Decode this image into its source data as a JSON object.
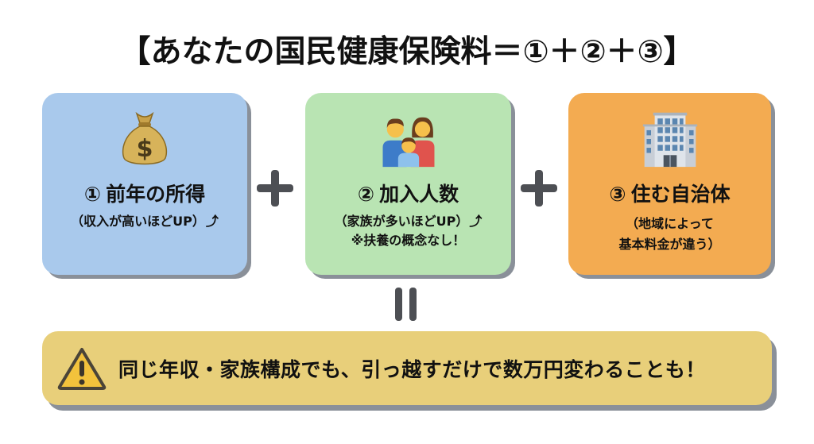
{
  "title": "【あなたの国民健康保険料＝①＋②＋③】",
  "colors": {
    "card_1_bg": "#a9c9ec",
    "card_2_bg": "#b9e4b3",
    "card_3_bg": "#f3ab51",
    "banner_bg": "#e8cf7a",
    "shadow": "#8a9099",
    "operator": "#4d4f54"
  },
  "cards": [
    {
      "number": "①",
      "icon": "money-bag-icon",
      "heading": "前年の所得",
      "sub_lines": [
        "（収入が高いほどUP）"
      ],
      "arrow": "⤴"
    },
    {
      "number": "②",
      "icon": "family-icon",
      "heading": "加入人数",
      "sub_lines": [
        "（家族が多いほどUP）",
        "※扶養の概念なし！"
      ],
      "arrow": "⤴"
    },
    {
      "number": "③",
      "icon": "office-building-icon",
      "heading": "住む自治体",
      "sub_lines": [
        "（地域によって",
        "基本料金が違う）"
      ],
      "arrow": ""
    }
  ],
  "operators": {
    "plus_1": "+",
    "plus_2": "+",
    "equals": "="
  },
  "banner": {
    "icon": "warning-icon",
    "text": "同じ年収・家族構成でも、引っ越すだけで数万円変わることも！"
  }
}
